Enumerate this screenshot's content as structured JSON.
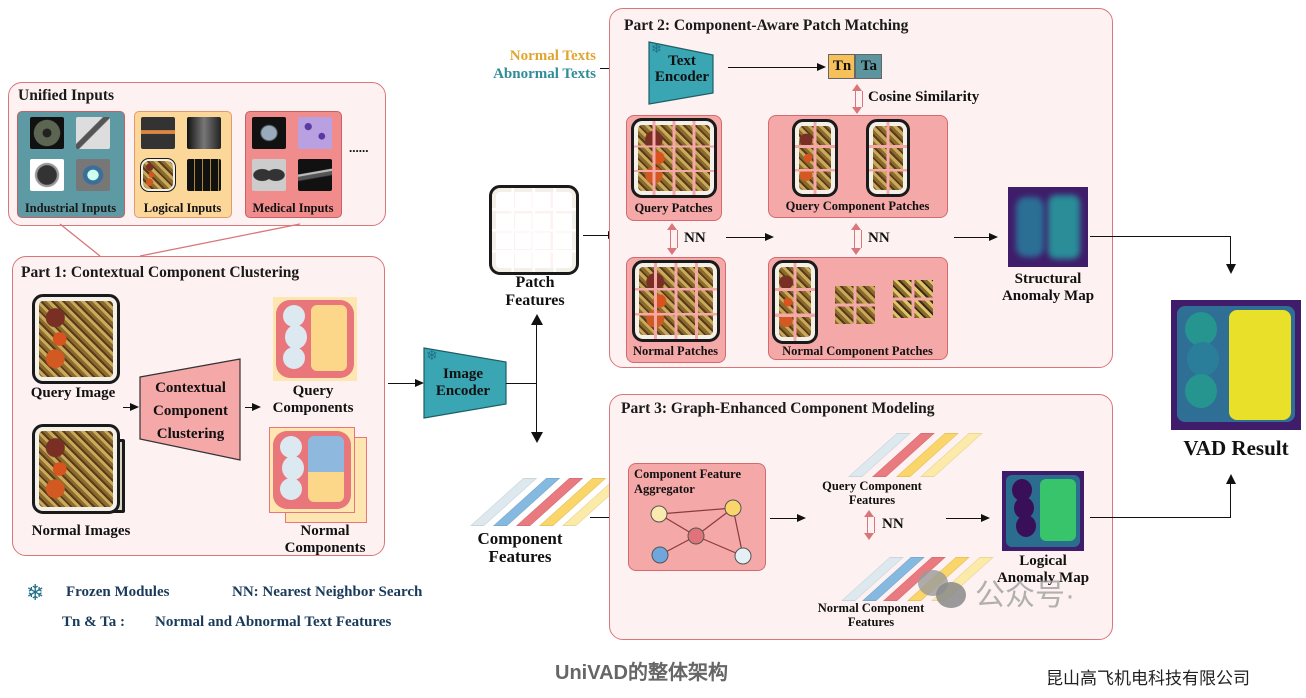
{
  "unified_inputs": {
    "title": "Unified Inputs",
    "groups": [
      {
        "label": "Industrial Inputs",
        "color": "#5e9aa4"
      },
      {
        "label": "Logical Inputs",
        "color": "#fbd79a"
      },
      {
        "label": "Medical Inputs",
        "color": "#f08c8c"
      }
    ],
    "ellipsis": "......"
  },
  "part1": {
    "title": "Part 1: Contextual Component Clustering",
    "query_image": "Query Image",
    "normal_images": "Normal Images",
    "module": [
      "Contextual",
      "Component",
      "Clustering"
    ],
    "query_components": [
      "Query",
      "Components"
    ],
    "normal_components": [
      "Normal",
      "Components"
    ]
  },
  "image_encoder": [
    "Image",
    "Encoder"
  ],
  "patch_features": [
    "Patch",
    "Features"
  ],
  "component_features": [
    "Component",
    "Features"
  ],
  "texts": {
    "normal": "Normal Texts",
    "abnormal": "Abnormal Texts",
    "normal_color": "#e0a530",
    "abnormal_color": "#2f8c98"
  },
  "part2": {
    "title": "Part 2: Component-Aware Patch Matching",
    "text_encoder": [
      "Text",
      "Encoder"
    ],
    "tn": "Tn",
    "ta": "Ta",
    "cosine": "Cosine Similarity",
    "query_patches": "Query Patches",
    "normal_patches": "Normal Patches",
    "query_component_patches": "Query Component Patches",
    "normal_component_patches": "Normal Component Patches",
    "nn1": "NN",
    "nn2": "NN",
    "structural_map": [
      "Structural",
      "Anomaly Map"
    ]
  },
  "part3": {
    "title": "Part 3: Graph-Enhanced Component Modeling",
    "aggregator": [
      "Component Feature",
      "Aggregator"
    ],
    "query_features": [
      "Query Component",
      "Features"
    ],
    "normal_features": [
      "Normal Component",
      "Features"
    ],
    "nn": "NN",
    "logical_map": [
      "Logical",
      "Anomaly Map"
    ]
  },
  "result": "VAD Result",
  "legend": {
    "frozen": "Frozen Modules",
    "nn": "NN:  Nearest Neighbor Search",
    "tnta_key": "Tn & Ta :",
    "tnta": "Normal and Abnormal Text Features"
  },
  "watermark": "公众号·",
  "footer": {
    "caption": "UniVAD的整体架构",
    "company": "昆山高飞机电科技有限公司"
  },
  "colors": {
    "panel_border": "#d9767a",
    "panel_bg": "#fdf1f1",
    "encoder": "#3aa6b3",
    "pink_box": "#f5a8a8"
  }
}
